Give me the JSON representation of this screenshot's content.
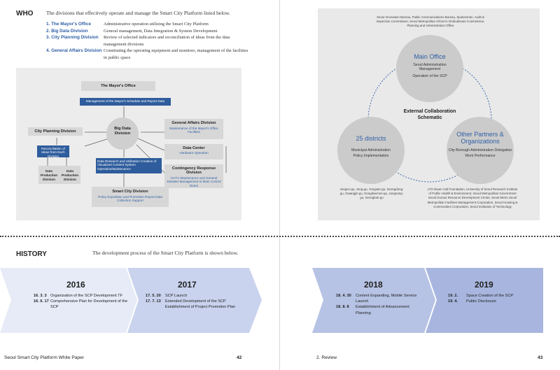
{
  "who": {
    "title": "WHO",
    "intro": "The divisions that effectively operate and manage the Smart City Platform listed below.",
    "divisions": [
      {
        "name": "1. The Mayor's Office",
        "desc": "Administrative operation utilizing the Smart City Platform"
      },
      {
        "name": "2. Big Data Division",
        "desc": "General management, Data Integration & System Development"
      },
      {
        "name": "3. City Planning Division",
        "desc": "Review of selected indicators and reconciliation of ideas from the data management divisions"
      },
      {
        "name": "4. General Affairs Division",
        "desc": "Constituting the operating equipment and monitors, management of the facilities in public space"
      }
    ]
  },
  "org": {
    "mayor": "The Mayor's Office",
    "mayor_sub": "Management of the Mayor's Schedule and Report Data",
    "bigdata": "Big Data Division",
    "city_planning": "City Planning Division",
    "reconcile": "Reconciliation of Ideas from Each Division",
    "dpd1": "Data Production Division",
    "dpd2": "Data Production Division",
    "research": "Data Research and Utilization Creation of Visualized Content System Operation/Maintenance",
    "general": "General Affairs Division",
    "general_sub": "Maintenance of the Mayor's Office Facilities",
    "datacenter": "Data Center",
    "datacenter_sub": "Hardware Operation",
    "contingency": "Contingency Response Division",
    "contingency_sub": "CCTV Maintenance and General Disaster Management in Main Control Room",
    "smartcity": "Smart City Division",
    "smartcity_sub": "Policy Exposition and Promotion Report Data Collection Support"
  },
  "schematic": {
    "top_note": "Seoul Innovation Bureau, Public Communications Bureau, Spokesman, Audit & Inspection Commission, Seoul Metropolitan Citizen's Ombudsman Commission, Planning and Administration Office",
    "main_office": "Main Office",
    "main_office_desc1": "Seoul Administration Management",
    "main_office_desc2": "Operation of the SCP",
    "center_title": "External Collaboration Schematic",
    "districts": "25 districts",
    "districts_desc1": "Municipal Administration",
    "districts_desc2": "Policy Implementation",
    "partners": "Other Partners & Organizations",
    "partners_desc1": "City-Borough Administration Delegation",
    "partners_desc2": "Work Performance",
    "left_note": "Jongno-gu, Jung-gu, Yongsan-gu, Seongdong-gu, Gwangjin-gu, Dongdaemun-gu, Jungnang-gu, Seongbuk-gu",
    "right_note": "LTO Daum Call Foundation, University of Seoul Research Institute of Public Health & Environment, Seoul Metropolitan Government Seoul Human Resource Development Center, Seoul Metro Seoul Metropolitan Facilities Management Corporation, Seoul Housing & Communities Corporation, Seoul Institution of Technology"
  },
  "history": {
    "title": "HISTORY",
    "intro": "The development process of the Smart City Platform is shown below.",
    "years": [
      {
        "year": "2016",
        "events": [
          [
            "16. 3. 3",
            "Organization of the SCP Development TF"
          ],
          [
            "16. 6. 17",
            "Comprehensive Plan for Development of the SCP"
          ]
        ]
      },
      {
        "year": "2017",
        "events": [
          [
            "17. 5. 20",
            "SCP Launch"
          ],
          [
            "17. 7. 13",
            "Extended Development of the SCP Establishment of Project Promotion Plan"
          ]
        ]
      },
      {
        "year": "2018",
        "events": [
          [
            "18. 4. 30",
            "Content Expanding, Mobile Service Launch"
          ],
          [
            "18. 8. 8",
            "Establishment of Advancement Planning"
          ]
        ]
      },
      {
        "year": "2019",
        "events": [
          [
            "19. 2.",
            "Space Creation of the SCP"
          ],
          [
            "19. 4.",
            "Public Disclosure"
          ]
        ]
      }
    ]
  },
  "footer": {
    "left_title": "Seoul Smart City Platform White Paper",
    "left_page": "42",
    "right_title": "2. Review",
    "right_page": "43"
  },
  "colors": {
    "accent_blue": "#2f5fa6",
    "chevron_light": "#e6ebf7",
    "chevron_mid": "#c9d3ee",
    "chevron_dark": "#b0bde3"
  }
}
